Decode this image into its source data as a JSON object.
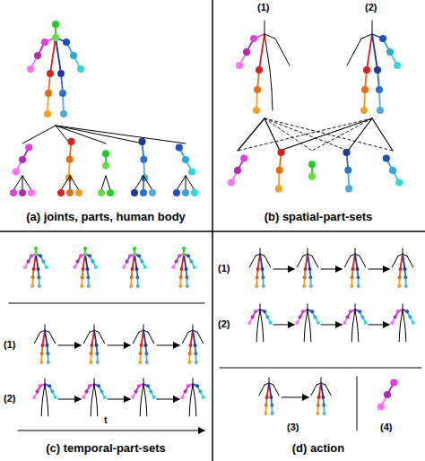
{
  "diagram": {
    "labels": [
      "(1)",
      "(2)",
      "(a) joints, parts, human body",
      "(b) spatial-part-sets",
      "(1)",
      "(2)",
      "t",
      "(c) temporal-part-sets",
      "(1)",
      "(2)",
      "(3)",
      "(4)",
      "(d) action"
    ]
  }
}
